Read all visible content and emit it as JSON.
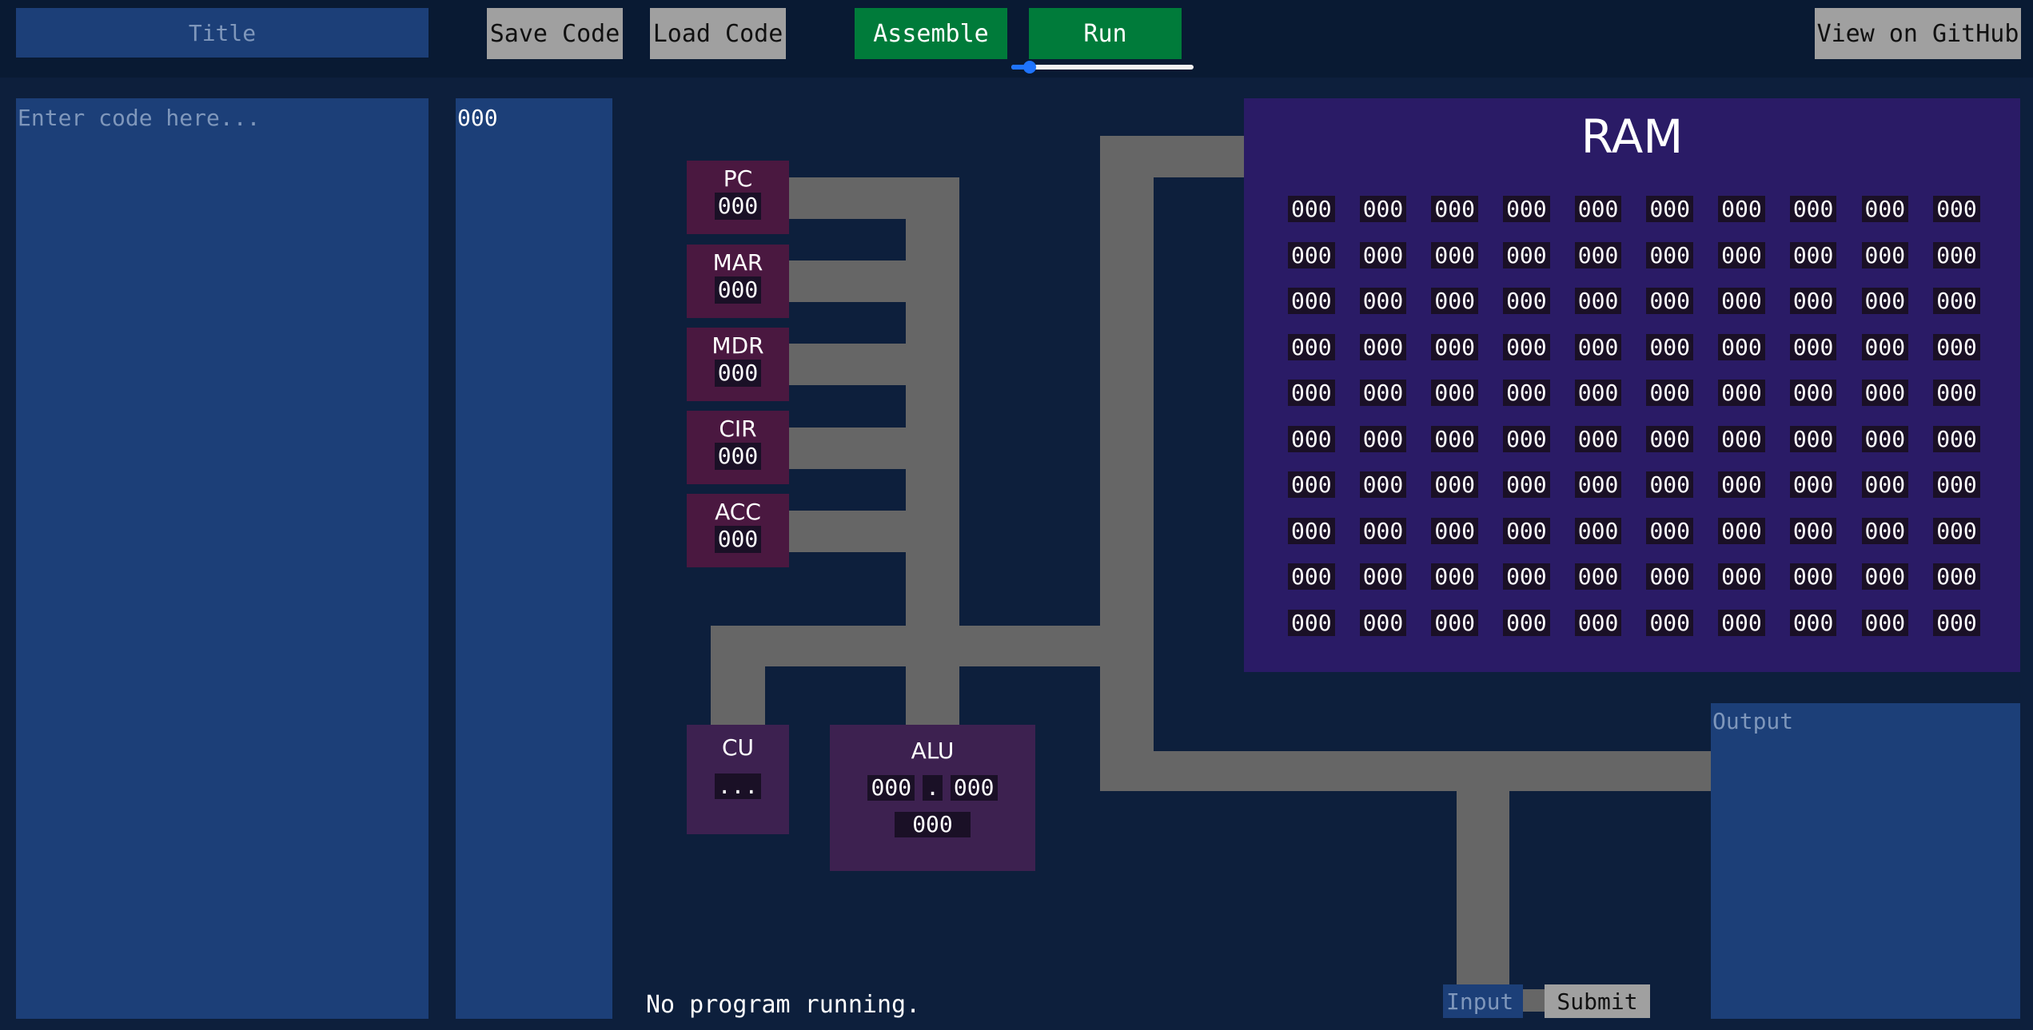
{
  "toolbar": {
    "title_placeholder": "Title",
    "save_label": "Save Code",
    "load_label": "Load Code",
    "assemble_label": "Assemble",
    "run_label": "Run",
    "github_label": "View on GitHub",
    "speed_level": 0.1
  },
  "editor": {
    "placeholder": "Enter code here...",
    "machine_code": "000"
  },
  "registers": {
    "pc": {
      "label": "PC",
      "value": "000"
    },
    "mar": {
      "label": "MAR",
      "value": "000"
    },
    "mdr": {
      "label": "MDR",
      "value": "000"
    },
    "cir": {
      "label": "CIR",
      "value": "000"
    },
    "acc": {
      "label": "ACC",
      "value": "000"
    }
  },
  "cu": {
    "label": "CU",
    "value": "..."
  },
  "alu": {
    "label": "ALU",
    "operand1": "000",
    "operator": ".",
    "operand2": "000",
    "result": "000"
  },
  "ram": {
    "title": "RAM",
    "cells": [
      "000",
      "000",
      "000",
      "000",
      "000",
      "000",
      "000",
      "000",
      "000",
      "000",
      "000",
      "000",
      "000",
      "000",
      "000",
      "000",
      "000",
      "000",
      "000",
      "000",
      "000",
      "000",
      "000",
      "000",
      "000",
      "000",
      "000",
      "000",
      "000",
      "000",
      "000",
      "000",
      "000",
      "000",
      "000",
      "000",
      "000",
      "000",
      "000",
      "000",
      "000",
      "000",
      "000",
      "000",
      "000",
      "000",
      "000",
      "000",
      "000",
      "000",
      "000",
      "000",
      "000",
      "000",
      "000",
      "000",
      "000",
      "000",
      "000",
      "000",
      "000",
      "000",
      "000",
      "000",
      "000",
      "000",
      "000",
      "000",
      "000",
      "000",
      "000",
      "000",
      "000",
      "000",
      "000",
      "000",
      "000",
      "000",
      "000",
      "000",
      "000",
      "000",
      "000",
      "000",
      "000",
      "000",
      "000",
      "000",
      "000",
      "000",
      "000",
      "000",
      "000",
      "000",
      "000",
      "000",
      "000",
      "000",
      "000",
      "000"
    ]
  },
  "io": {
    "output_placeholder": "Output",
    "input_placeholder": "Input",
    "submit_label": "Submit"
  },
  "status": {
    "text": "No program running."
  },
  "colors": {
    "background": "#0d1f3c",
    "panel": "#1c3f78",
    "register": "#4a1840",
    "unit": "#3d2150",
    "ram": "#2a1b66",
    "bus": "#666666",
    "green": "#007b3a"
  }
}
